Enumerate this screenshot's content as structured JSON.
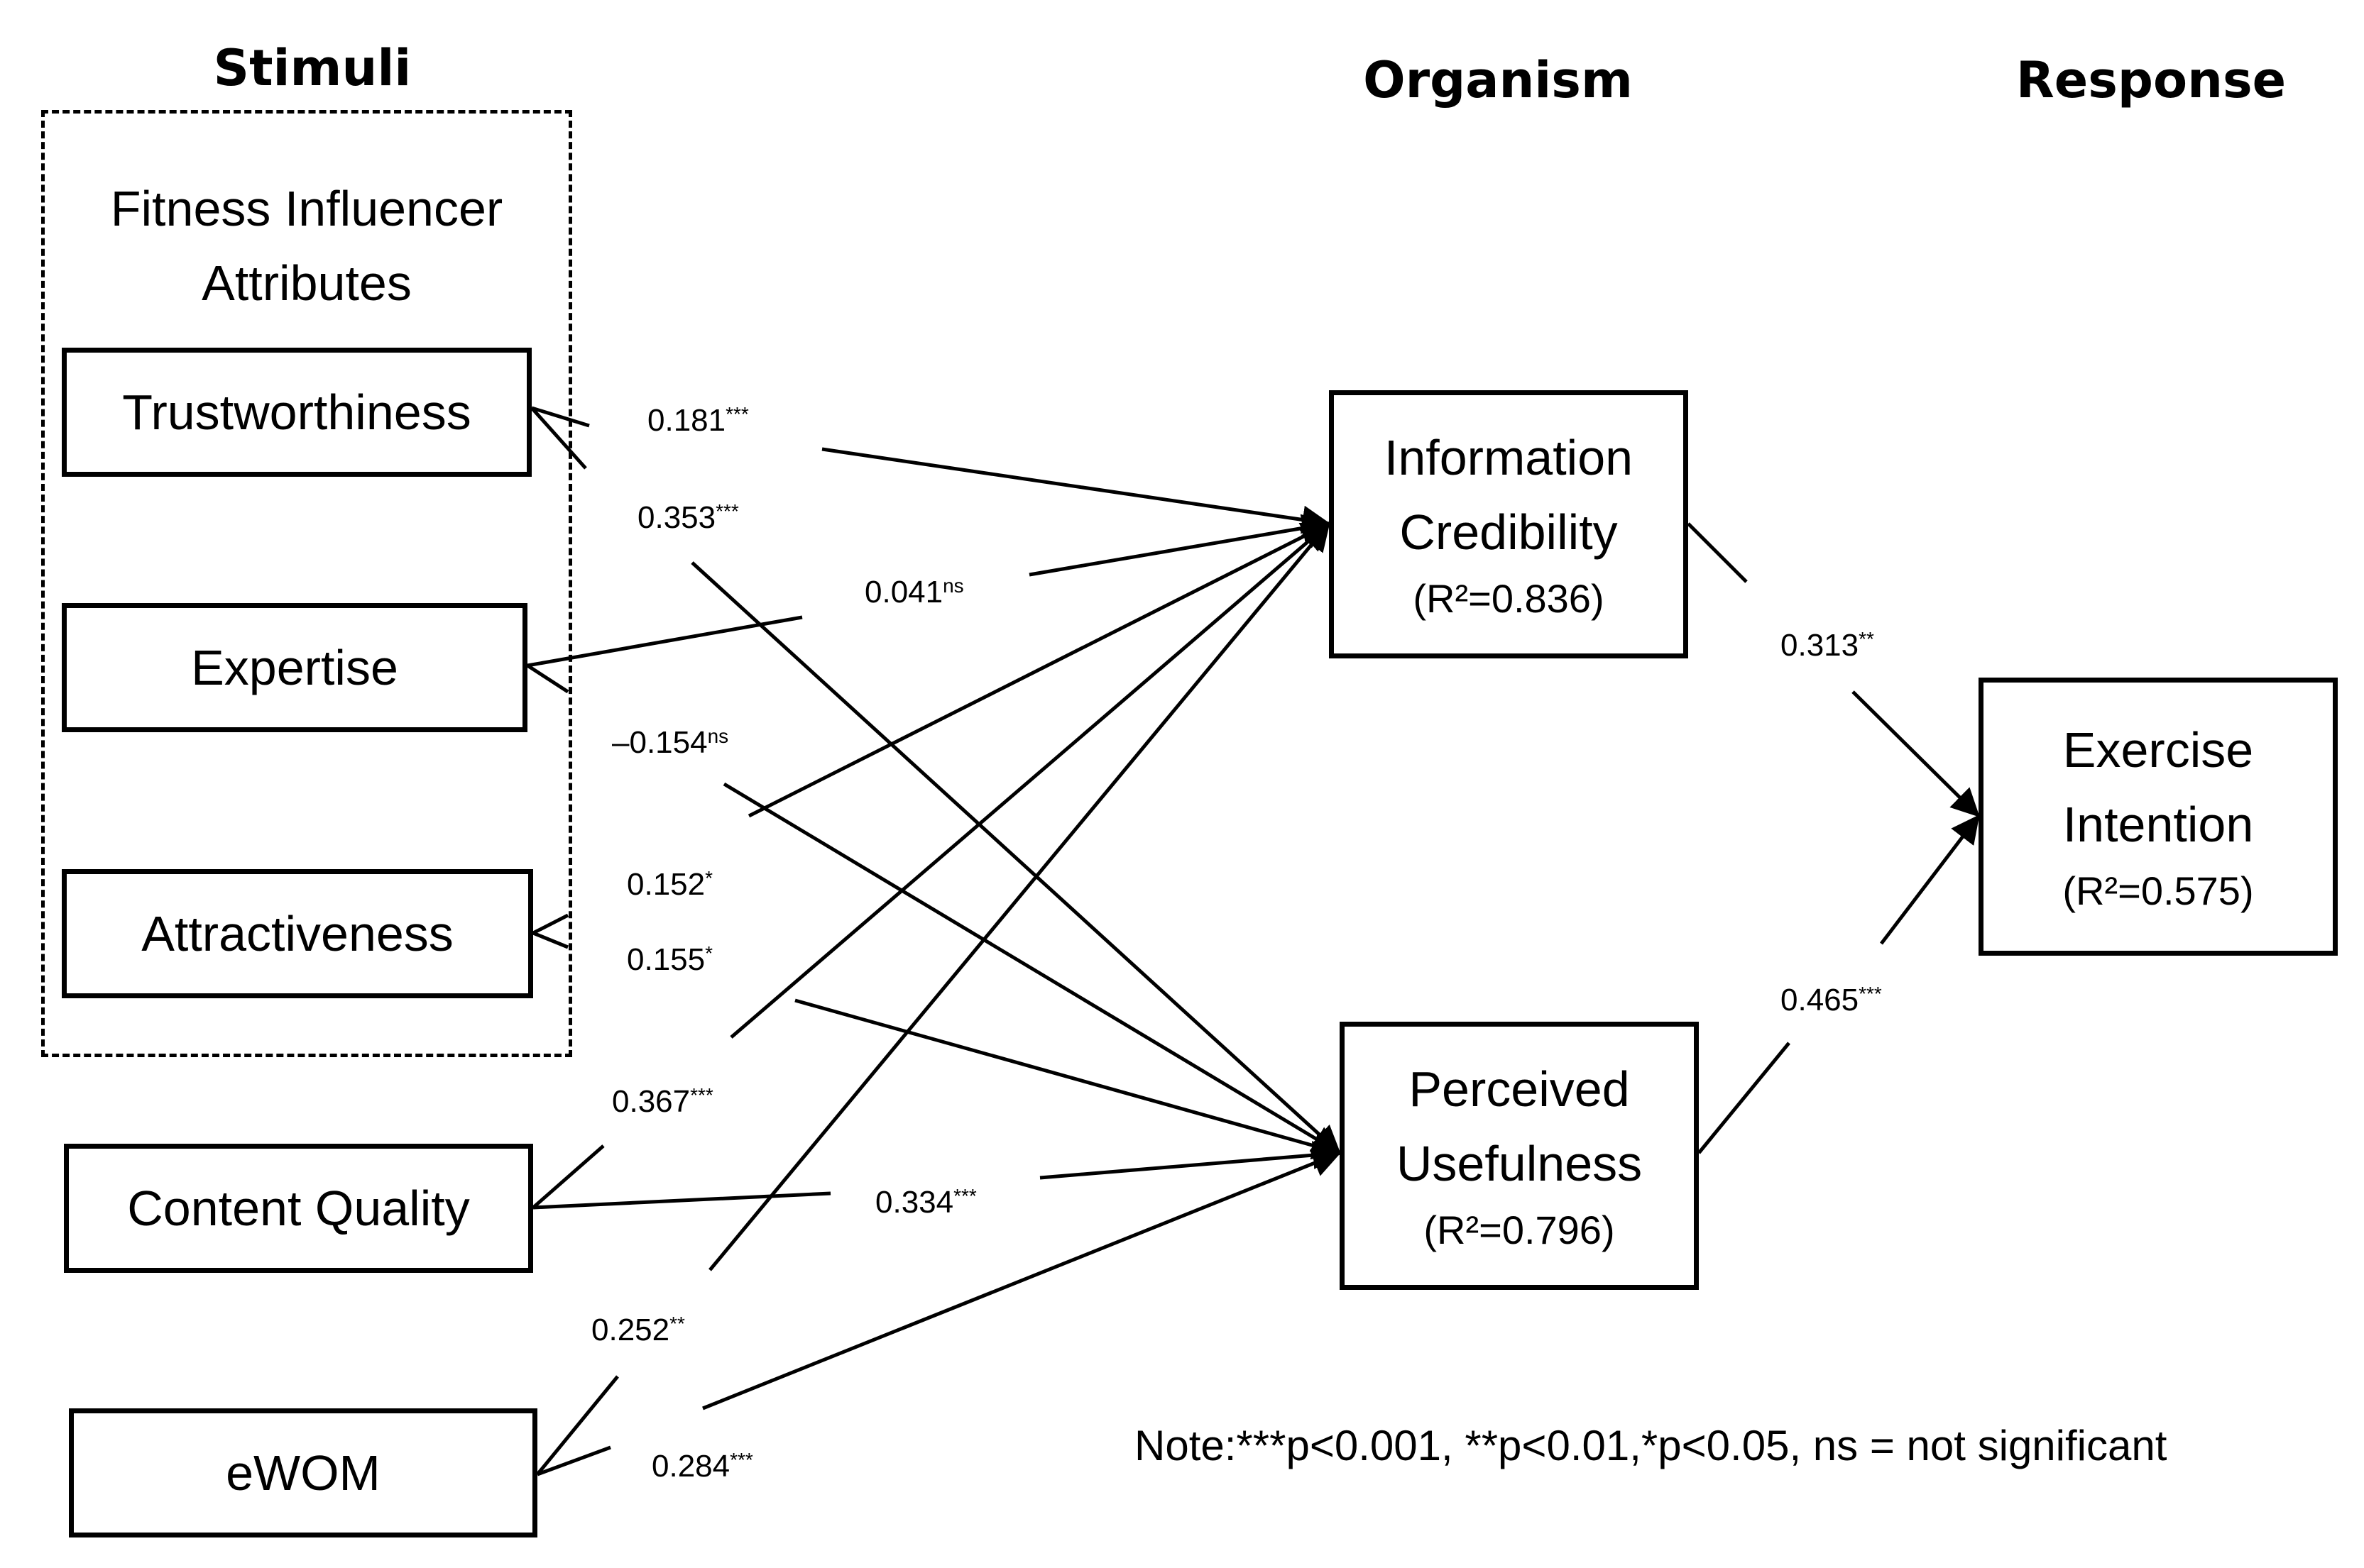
{
  "headers": {
    "stimuli": "Stimuli",
    "organism": "Organism",
    "response": "Response"
  },
  "group": {
    "title_line1": "Fitness Influencer",
    "title_line2": "Attributes"
  },
  "nodes": {
    "trustworthiness": {
      "label": "Trustworthiness"
    },
    "expertise": {
      "label": "Expertise"
    },
    "attractiveness": {
      "label": "Attractiveness"
    },
    "content_quality": {
      "label": "Content Quality"
    },
    "ewom": {
      "label": "eWOM"
    },
    "information_credibility": {
      "line1": "Information",
      "line2": "Credibility",
      "r2": "(R²=0.836)"
    },
    "perceived_usefulness": {
      "line1": "Perceived",
      "line2": "Usefulness",
      "r2": "(R²=0.796)"
    },
    "exercise_intention": {
      "line1": "Exercise",
      "line2": "Intention",
      "r2": "(R²=0.575)"
    }
  },
  "paths": [
    {
      "id": "trust_ic",
      "value": "0.181",
      "sig": "***"
    },
    {
      "id": "trust_pu",
      "value": "0.353",
      "sig": "***"
    },
    {
      "id": "exp_ic",
      "value": "0.041",
      "sig": "ns"
    },
    {
      "id": "exp_pu",
      "value": "–0.154",
      "sig": "ns"
    },
    {
      "id": "attr_ic",
      "value": "0.152",
      "sig": "*"
    },
    {
      "id": "attr_pu",
      "value": "0.155",
      "sig": "*"
    },
    {
      "id": "cq_ic",
      "value": "0.367",
      "sig": "***"
    },
    {
      "id": "cq_pu",
      "value": "0.334",
      "sig": "***"
    },
    {
      "id": "ewom_ic",
      "value": "0.252",
      "sig": "**"
    },
    {
      "id": "ewom_pu",
      "value": "0.284",
      "sig": "***"
    },
    {
      "id": "ic_ei",
      "value": "0.313",
      "sig": "**"
    },
    {
      "id": "pu_ei",
      "value": "0.465",
      "sig": "***"
    }
  ],
  "note": "Note:***p<0.001, **p<0.01,*p<0.05, ns = not significant"
}
